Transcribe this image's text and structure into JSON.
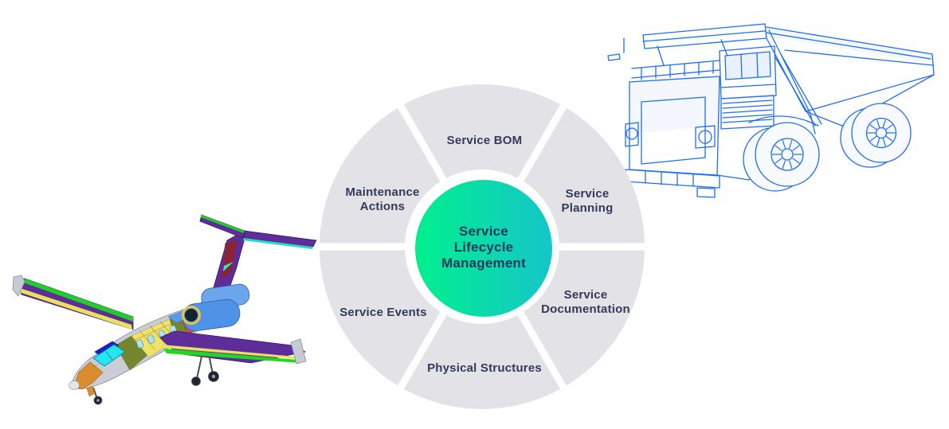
{
  "page": {
    "background": "#FFFFFF"
  },
  "diagram": {
    "center_label": "Service\nLifecycle\nManagement",
    "segments": [
      {
        "name": "service-bom",
        "label": "Service BOM",
        "position": "top"
      },
      {
        "name": "service-planning",
        "label": "Service\nPlanning",
        "position": "upper-right"
      },
      {
        "name": "service-documentation",
        "label": "Service\nDocumentation",
        "position": "lower-right"
      },
      {
        "name": "physical-structures",
        "label": "Physical Structures",
        "position": "bottom"
      },
      {
        "name": "service-events",
        "label": "Service Events",
        "position": "lower-left"
      },
      {
        "name": "maintenance-actions",
        "label": "Maintenance\nActions",
        "position": "upper-left"
      }
    ],
    "colors": {
      "ring": "#E3E2E7",
      "divider": "#FFFFFF",
      "center_gradient_start": "#00F08D",
      "center_gradient_end": "#16C5C9",
      "segment_text": "#323B58",
      "center_text": "#16395C"
    }
  },
  "illustrations": {
    "aircraft": {
      "name": "cad-business-jet-model"
    },
    "dump_truck": {
      "name": "wireframe-mining-dump-truck",
      "line_color": "#1E6EF0"
    }
  }
}
